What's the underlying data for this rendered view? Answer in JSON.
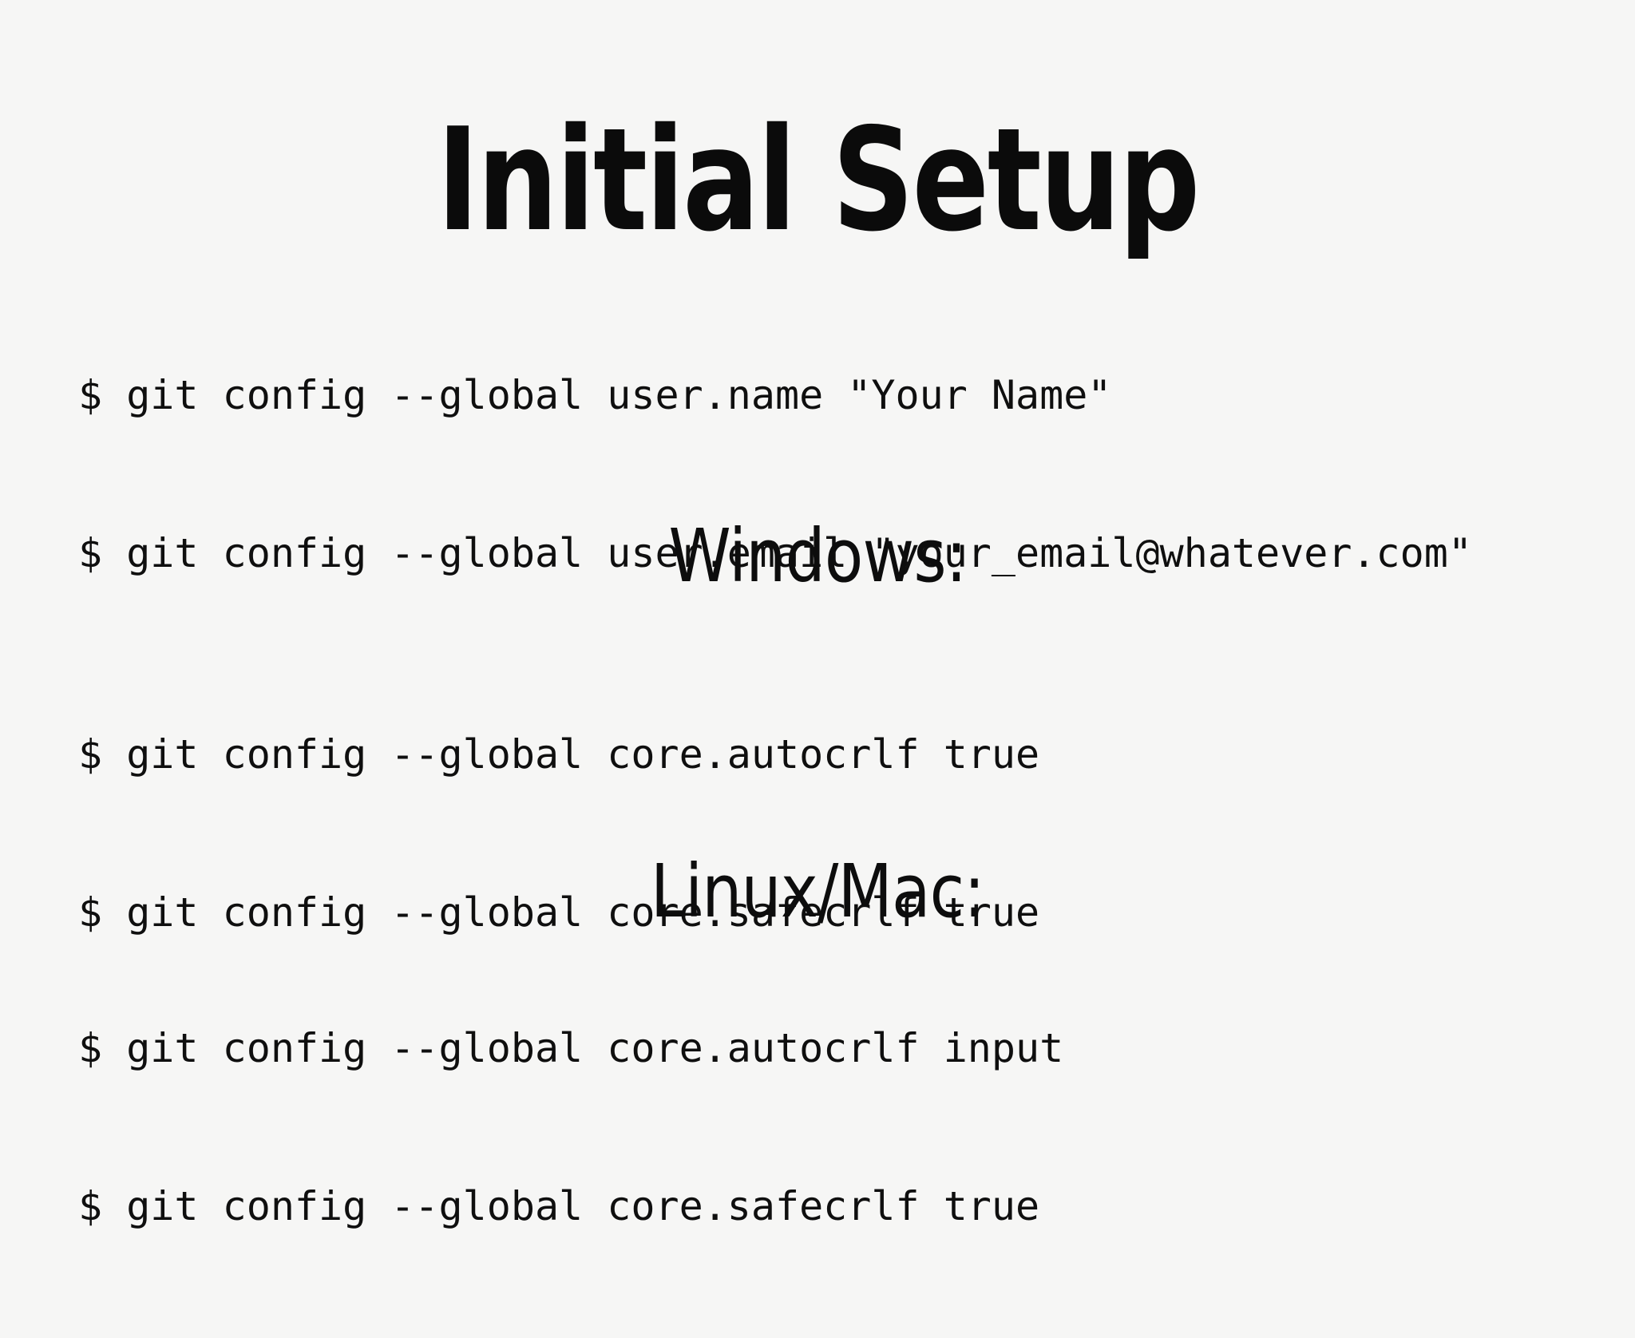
{
  "slide": {
    "title": "Initial Setup",
    "background_color": "#f6f6f5",
    "text_color": "#0f0f0f"
  },
  "identity_block": {
    "lines": [
      "$ git config --global user.name \"Your Name\"",
      "$ git config --global user.email \"your_email@whatever.com\""
    ],
    "line1": "$ git config --global user.name \"Your Name\"",
    "line2": "$ git config --global user.email \"your_email@whatever.com\""
  },
  "windows_section": {
    "heading": "Windows:",
    "line1": "$ git config --global core.autocrlf true",
    "line2": "$ git config --global core.safecrlf true"
  },
  "unix_section": {
    "heading": "Linux/Mac:",
    "line1": "$ git config --global core.autocrlf input",
    "line2": "$ git config --global core.safecrlf true"
  }
}
